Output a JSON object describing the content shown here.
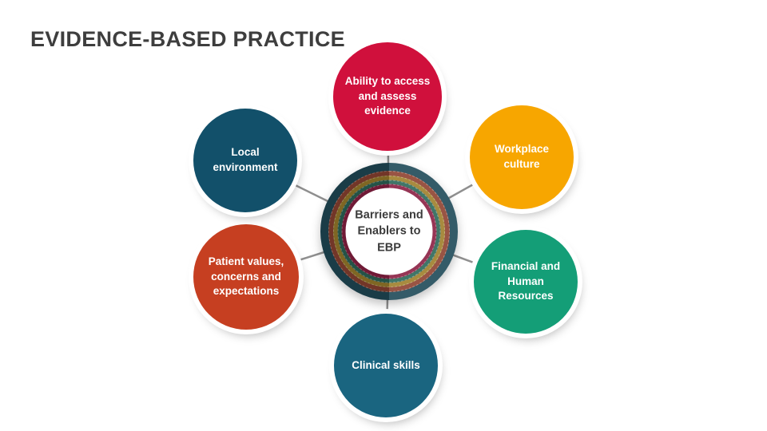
{
  "title": "EVIDENCE-BASED PRACTICE",
  "center": {
    "label": "Barriers and Enablers to EBP",
    "ring_colors": [
      "#204B59",
      "#8F4332",
      "#9F802C",
      "#2D6859",
      "#8C2144"
    ],
    "core_color": "#FFFFFF"
  },
  "connector_color": "#8F8F8F",
  "nodes": [
    {
      "id": "ability",
      "label": "Ability to access and assess evidence",
      "color": "#D0103C",
      "position": "top"
    },
    {
      "id": "workplace",
      "label": "Workplace culture",
      "color": "#F7A600",
      "position": "top-right"
    },
    {
      "id": "financial",
      "label": "Financial and Human Resources",
      "color": "#149E77",
      "position": "bottom-right"
    },
    {
      "id": "clinical",
      "label": "Clinical skills",
      "color": "#1A6580",
      "position": "bottom"
    },
    {
      "id": "patient",
      "label": "Patient values, concerns and expectations",
      "color": "#C63F21",
      "position": "bottom-left"
    },
    {
      "id": "local",
      "label": "Local environment",
      "color": "#12506A",
      "position": "top-left"
    }
  ]
}
